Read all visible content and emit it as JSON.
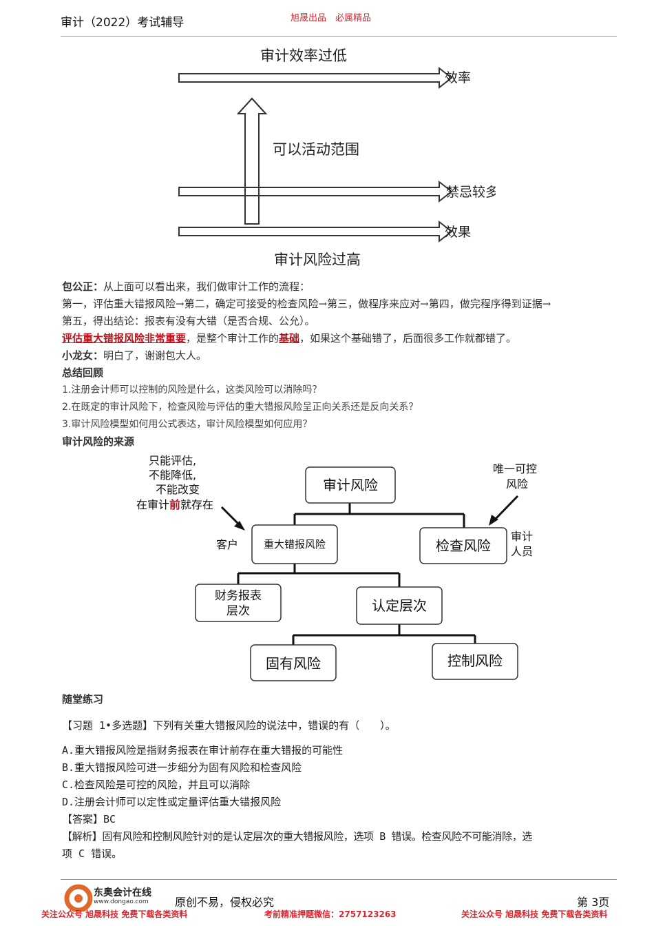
{
  "header": {
    "title": "审计（2022）考试辅导",
    "brand": "旭晟出品　必属精品"
  },
  "diagram1": {
    "top_label": "审计效率过低",
    "arrow_efficiency": "效率",
    "middle_label": "可以活动范围",
    "arrow_taboo": "禁忌较多",
    "arrow_effect": "效果",
    "bottom_label": "审计风险过高"
  },
  "dialogue": {
    "speaker1": "包公正：",
    "line1": "从上面可以看出来，我们做审计工作的流程：",
    "line2": "第一，评估重大错报风险→第二，确定可接受的检查风险→第三，做程序来应对→第四，做完程序得到证据→",
    "line3": "第五，得出结论：报表有没有大错（是否合规、公允）。",
    "emph1": "评估重大错报风险非常重要",
    "mid1": "，是整个审计工作的",
    "emph2": "基础",
    "tail1": "，如果这个基础错了，后面很多工作就都错了。",
    "speaker2": "小龙女：",
    "line5": "明白了，谢谢包大人。"
  },
  "summary": {
    "title": "总结回顾",
    "q1": "1.注册会计师可以控制的风险是什么，这类风险可以消除吗？",
    "q2": "2.在既定的审计风险下，检查风险与评估的重大错报风险呈正向关系还是反向关系？",
    "q3": "3.审计风险模型如何用公式表达，审计风险模型如何应用？"
  },
  "source": {
    "title": "审计风险的来源"
  },
  "diagram2": {
    "note_l1": "只能评估,",
    "note_l2": "不能降低,",
    "note_l3": "不能改变",
    "note_l4a": "在审计",
    "note_l4b": "前",
    "note_l4c": "就存在",
    "note_r1": "唯一可控",
    "note_r2": "风险",
    "client": "客户",
    "auditor1": "审计",
    "auditor2": "人员",
    "audit_risk": "审计风险",
    "rmm": "重大错报风险",
    "detection": "检查风险",
    "fs_level1": "财务报表",
    "fs_level2": "层次",
    "assertion": "认定层次",
    "inherent": "固有风险",
    "control": "控制风险"
  },
  "practice": {
    "title": "随堂练习",
    "question": "【习题 1•多选题】下列有关重大错报风险的说法中，错误的有（　　）。",
    "a": "A.重大错报风险是指财务报表在审计前存在重大错报的可能性",
    "b": "B.重大错报风险可进一步细分为固有风险和检查风险",
    "c": "C.检查风险是可控的风险，并且可以消除",
    "d": "D.注册会计师可以定性或定量评估重大错报风险",
    "answer": "【答案】BC",
    "analysis1": "【解析】固有风险和控制风险针对的是认定层次的重大错报风险，选项 B 错误。检查风险不可能消除，选",
    "analysis2": "项 C 错误。"
  },
  "footer": {
    "logo_name": "东奥会计在线",
    "logo_url": "www.dongao.com",
    "slogan": "原创不易，侵权必究",
    "page": "第 3页",
    "promo_left": "关注公众号 旭晟科技 免费下载各类资料",
    "promo_mid": "考前精准押题微信：",
    "wechat": "2757123263",
    "promo_right": "关注公众号 旭晟科技 免费下载各类资料"
  }
}
